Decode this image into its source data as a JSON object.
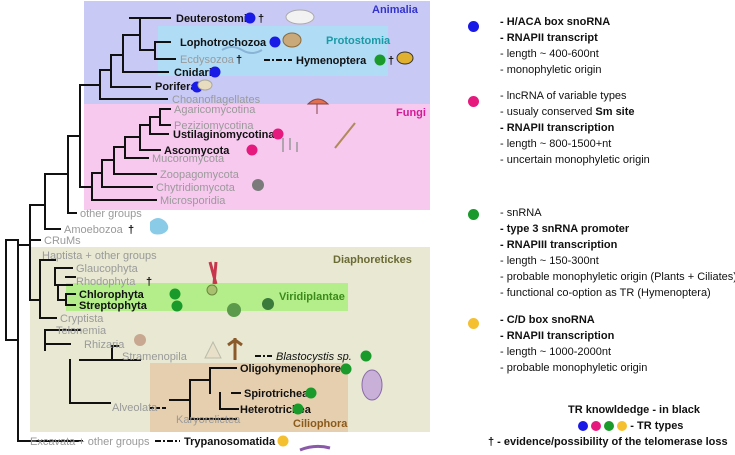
{
  "colors": {
    "blue": "#1a1ae6",
    "magenta": "#e6197f",
    "green": "#1a9a2a",
    "yellow": "#f5c030",
    "animalia_box": "#c9c9f5",
    "fungi_box": "#f7c9ef",
    "diaph_box": "#e8e8d3",
    "viridi_box": "#b4ee8a",
    "ciliophora_box": "#e6cfae",
    "protostomia_box": "#b0dcf5"
  },
  "groups": {
    "animalia": "Animalia",
    "protostomia": "Protostomia",
    "fungi": "Fungi",
    "diaphoretickes": "Diaphoretickes",
    "viridiplantae": "Viridiplantae",
    "ciliophora": "Ciliophora"
  },
  "taxa": {
    "deuterostomia": "Deuterostomia",
    "lophotrochozoa": "Lophotrochozoa",
    "ecdysozoa": "Ecdysozoa",
    "hymenoptera": "Hymenoptera",
    "cnidaria": "Cnidaria",
    "porifera": "Porifera",
    "choanoflagellates": "Choanoflagellates",
    "agaricomycotina": "Agaricomycotina",
    "peziziomycotina": "Peziziomycotina",
    "ustilaginomycotina": "Ustilaginomycotina",
    "ascomycota": "Ascomycota",
    "mucoromycota": "Mucoromycota",
    "zoopagomycota": "Zoopagomycota",
    "chytridiomycota": "Chytridiomycota",
    "microsporidia": "Microsporidia",
    "other_groups": "other groups",
    "amoebozoa": "Amoebozoa",
    "crums": "CRuMs",
    "haptista": "Haptista + other groups",
    "glaucophyta": "Glaucophyta",
    "rhodophyta": "Rhodophyta",
    "chlorophyta": "Chlorophyta",
    "streptophyta": "Streptophyta",
    "cryptista": "Cryptista",
    "telonemia": "Telonemia",
    "rhizaria": "Rhizaria",
    "stramenopila": "Stramenopila",
    "blastocystis": "Blastocystis sp.",
    "alveolata": "Alveolata",
    "oligohymenophorea": "Oligohymenophorea",
    "spirotrichea": "Spirotrichea",
    "heterotrichea": "Heterotrichea",
    "karyorelictea": "Karyorelictea",
    "excavata": "Excavata + other groups",
    "trypanosomatida": "Trypanosomatida"
  },
  "dagger": "†",
  "legend": {
    "blue": [
      "- H/ACA box snoRNA",
      "- RNAPII transcript",
      "- length ~ 400-600nt",
      "- monophyletic origin"
    ],
    "magenta": [
      "- lncRNA of variable types",
      "- usualy conserved ",
      "Sm site",
      "- RNAPII transcription",
      "- length ~ 800-1500+nt",
      "- uncertain monophyletic origin"
    ],
    "green": [
      "- snRNA",
      "- type 3 snRNA promoter",
      "- RNAPIII transcription",
      "- length ~ 150-300nt",
      "- probable monophyletic origin (Plants + Ciliates)",
      "- functional co-option as TR (Hymenoptera)"
    ],
    "yellow": [
      "- C/D box snoRNA",
      "- RNAPII transcription",
      "- length ~ 1000-2000nt",
      "- probable monophyletic origin"
    ]
  },
  "footer": {
    "knowledge": "TR  knowldedge - in black",
    "types": "- TR  types",
    "loss": "† - evidence/possibility of the telomerase loss"
  }
}
